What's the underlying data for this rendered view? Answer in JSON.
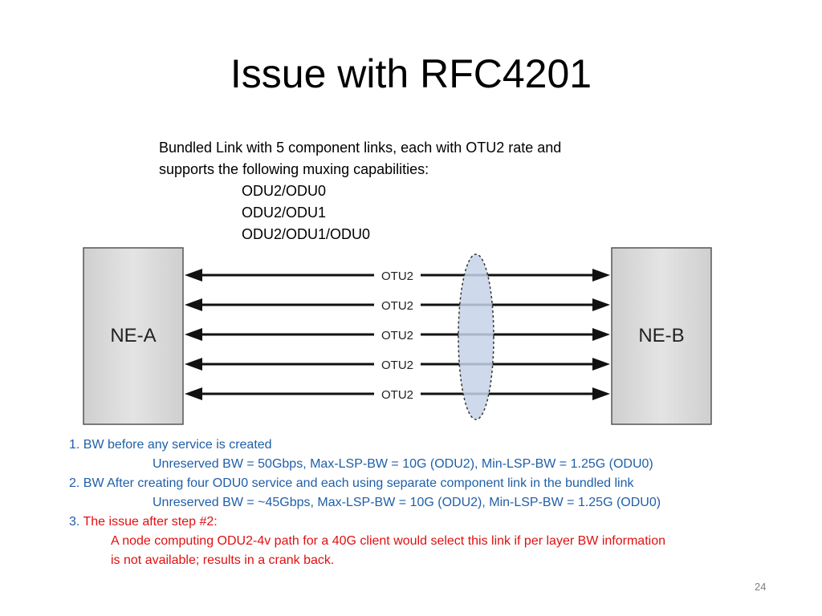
{
  "slide": {
    "title": "Issue with RFC4201",
    "description": {
      "line1": "Bundled Link with 5 component links, each with OTU2 rate and",
      "line2": "supports the following muxing capabilities:",
      "capabilities": [
        "ODU2/ODU0",
        "ODU2/ODU1",
        "ODU2/ODU1/ODU0"
      ]
    },
    "diagram": {
      "node_a": "NE-A",
      "node_b": "NE-B",
      "links": [
        "OTU2",
        "OTU2",
        "OTU2",
        "OTU2",
        "OTU2"
      ]
    },
    "notes": {
      "step1": "1. BW before any service is created",
      "step1_detail": "Unreserved BW = 50Gbps, Max-LSP-BW = 10G (ODU2), Min-LSP-BW = 1.25G (ODU0)",
      "step2": "2. BW After creating four ODU0 service and each using separate component link in the bundled link",
      "step2_detail": "Unreserved BW = ~45Gbps, Max-LSP-BW = 10G (ODU2), Min-LSP-BW = 1.25G (ODU0)",
      "step3_num": "3.",
      "step3_text": "The issue after step #2:",
      "step3_detail1": "A node computing ODU2-4v path for a 40G client would select this link if per layer BW information",
      "step3_detail2": "is not available; results in a crank back."
    },
    "page_number": "24"
  },
  "colors": {
    "note_blue": "#1f5fa8",
    "note_red": "#e01010",
    "node_fill": "#d9d9d9",
    "bundle_ellipse": "#c5d3e8"
  }
}
